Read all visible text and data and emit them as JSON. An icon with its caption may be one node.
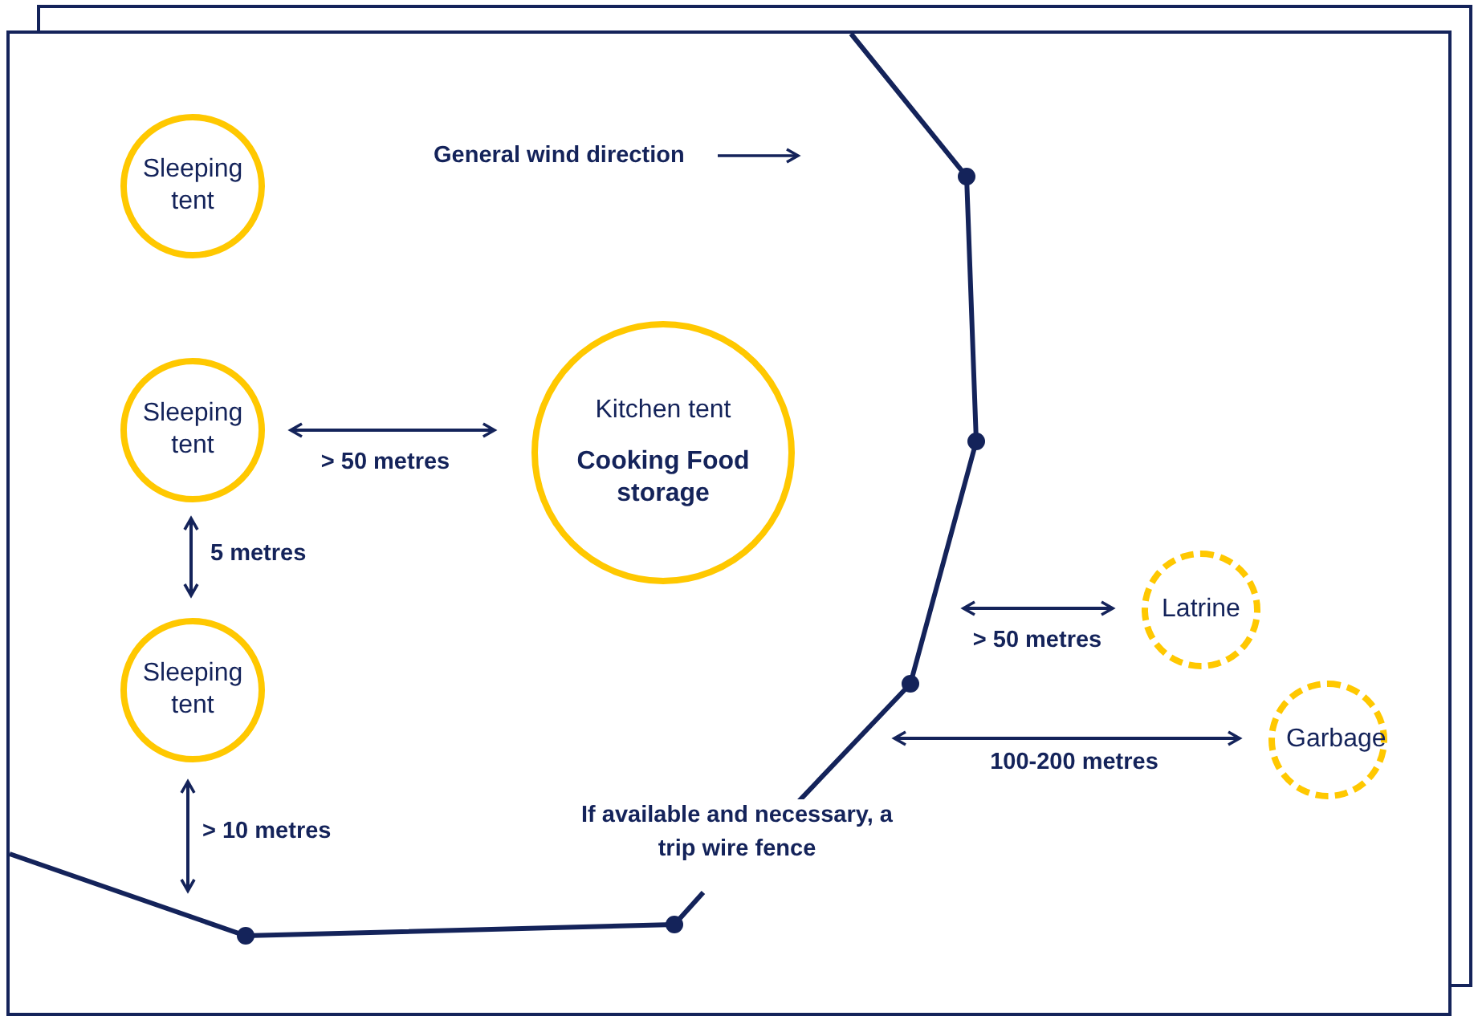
{
  "diagram": {
    "nodes": [
      {
        "text": [
          "Sleeping tent"
        ]
      },
      {
        "text": [
          "Sleeping tent"
        ]
      },
      {
        "text": [
          "Kitchen tent",
          "Cooking Food storage"
        ]
      },
      {
        "text": [
          "Sleeping tent"
        ]
      },
      {
        "text": [
          "Latrine"
        ]
      },
      {
        "text": [
          "Garbage"
        ]
      }
    ],
    "edges": [
      {
        "from": 1,
        "to": 2,
        "arrow": "both",
        "label": "> 50 metres"
      },
      {
        "from": 1,
        "to": 3,
        "arrow": "both",
        "label": "5 metres"
      },
      {
        "from": 3,
        "to": null,
        "arrow": "both",
        "label": "> 10 metres"
      },
      {
        "from": null,
        "to": 4,
        "arrow": "both",
        "label": "> 50 metres"
      },
      {
        "from": null,
        "to": 5,
        "arrow": "both",
        "label": "100-200 metres"
      }
    ],
    "labels": [
      "General wind direction",
      "If available and necessary, a trip wire fence"
    ]
  }
}
